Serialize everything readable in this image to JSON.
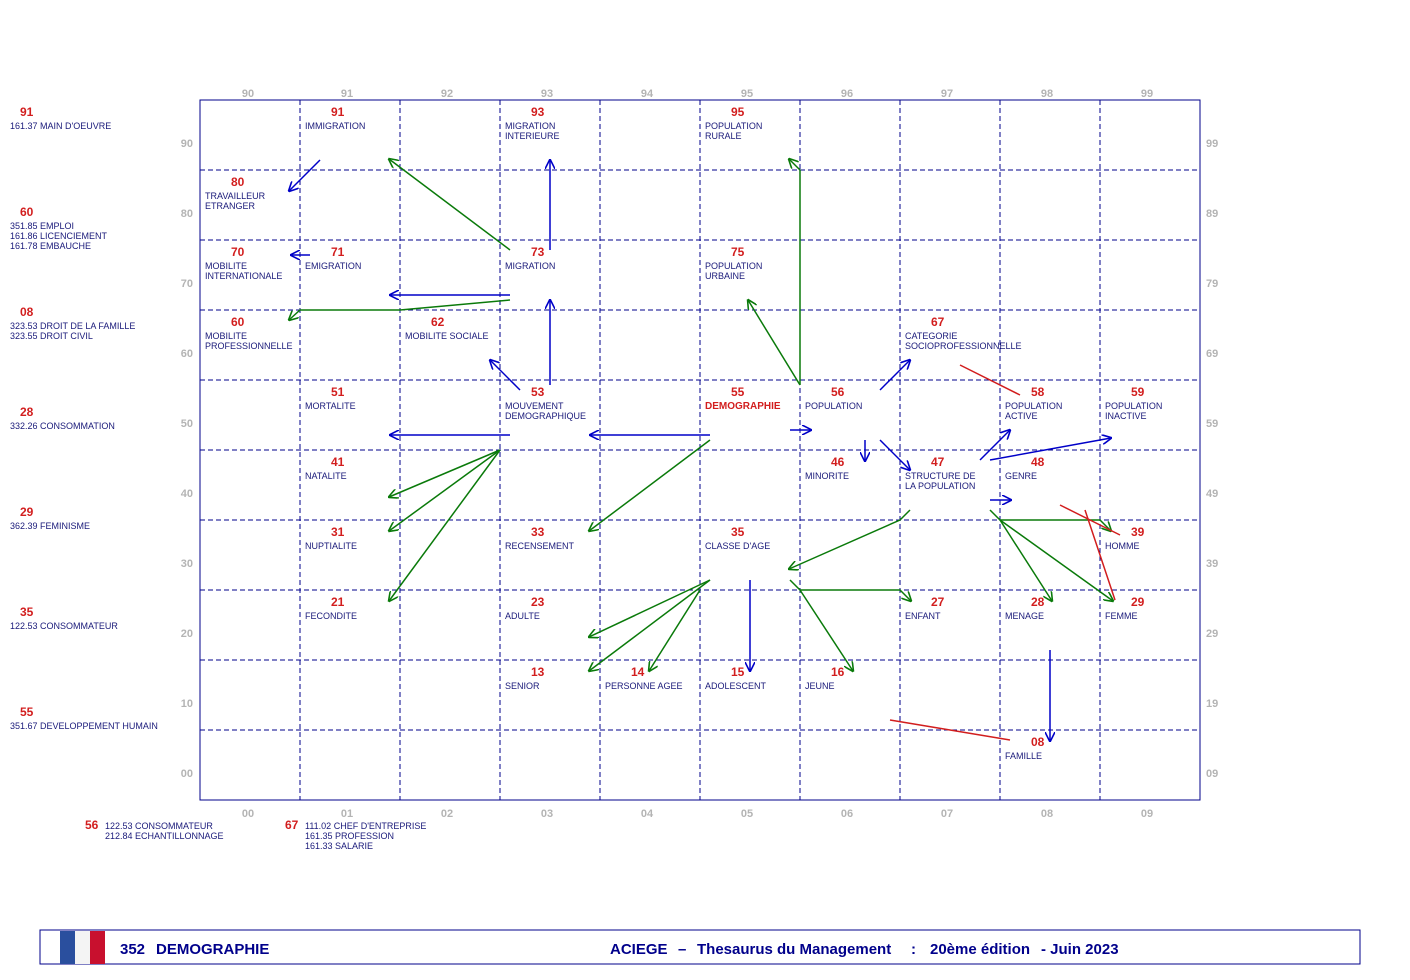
{
  "colors": {
    "frame": "#00008b",
    "grid": "#00008b",
    "scale": "#b4b4b4",
    "number": "#d21e1e",
    "label": "#1a1a7a",
    "blue_arrow": "#0000c8",
    "green_arrow": "#0a7a0a",
    "red_line": "#d21e1e"
  },
  "axes": {
    "top": [
      "90",
      "91",
      "92",
      "93",
      "94",
      "95",
      "96",
      "97",
      "98",
      "99"
    ],
    "bottom": [
      "00",
      "01",
      "02",
      "03",
      "04",
      "05",
      "06",
      "07",
      "08",
      "09"
    ],
    "left": [
      "90",
      "80",
      "70",
      "60",
      "50",
      "40",
      "30",
      "20",
      "10",
      "00"
    ],
    "right": [
      "99",
      "89",
      "79",
      "69",
      "59",
      "49",
      "39",
      "29",
      "19",
      "09"
    ]
  },
  "side_refs": [
    {
      "num": "91",
      "lines": [
        "161.37 MAIN D'OEUVRE"
      ]
    },
    {
      "num": "60",
      "lines": [
        "351.85 EMPLOI",
        "161.86 LICENCIEMENT",
        "161.78 EMBAUCHE"
      ]
    },
    {
      "num": "08",
      "lines": [
        "323.53 DROIT DE LA FAMILLE",
        "323.55 DROIT CIVIL"
      ]
    },
    {
      "num": "28",
      "lines": [
        "332.26 CONSOMMATION"
      ]
    },
    {
      "num": "29",
      "lines": [
        "362.39 FEMINISME"
      ]
    },
    {
      "num": "35",
      "lines": [
        "122.53 CONSOMMATEUR"
      ]
    },
    {
      "num": "55",
      "lines": [
        "351.67 DEVELOPPEMENT HUMAIN"
      ]
    }
  ],
  "bottom_refs": [
    {
      "num": "56",
      "lines": [
        "122.53 CONSOMMATEUR",
        "212.84 ECHANTILLONNAGE"
      ]
    },
    {
      "num": "67",
      "lines": [
        "111.02 CHEF D'ENTREPRISE",
        "161.35 PROFESSION",
        "161.33 SALARIE"
      ]
    }
  ],
  "terms": [
    {
      "num": "91",
      "lines": [
        "IMMIGRATION"
      ]
    },
    {
      "num": "93",
      "lines": [
        "MIGRATION",
        "INTERIEURE"
      ]
    },
    {
      "num": "95",
      "lines": [
        "POPULATION",
        "RURALE"
      ]
    },
    {
      "num": "80",
      "lines": [
        "TRAVAILLEUR",
        "ETRANGER"
      ]
    },
    {
      "num": "70",
      "lines": [
        "MOBILITE",
        "INTERNATIONALE"
      ]
    },
    {
      "num": "71",
      "lines": [
        "EMIGRATION"
      ]
    },
    {
      "num": "73",
      "lines": [
        "MIGRATION"
      ]
    },
    {
      "num": "75",
      "lines": [
        "POPULATION",
        "URBAINE"
      ]
    },
    {
      "num": "60",
      "lines": [
        "MOBILITE",
        "PROFESSIONNELLE"
      ]
    },
    {
      "num": "62",
      "lines": [
        "MOBILITE SOCIALE"
      ]
    },
    {
      "num": "67",
      "lines": [
        "CATEGORIE",
        "SOCIOPROFESSIONNELLE"
      ]
    },
    {
      "num": "51",
      "lines": [
        "MORTALITE"
      ]
    },
    {
      "num": "53",
      "lines": [
        "MOUVEMENT",
        "DEMOGRAPHIQUE"
      ]
    },
    {
      "num": "55",
      "lines": [
        "DEMOGRAPHIE"
      ]
    },
    {
      "num": "56",
      "lines": [
        "POPULATION"
      ]
    },
    {
      "num": "58",
      "lines": [
        "POPULATION",
        "ACTIVE"
      ]
    },
    {
      "num": "59",
      "lines": [
        "POPULATION",
        "INACTIVE"
      ]
    },
    {
      "num": "41",
      "lines": [
        "NATALITE"
      ]
    },
    {
      "num": "46",
      "lines": [
        "MINORITE"
      ]
    },
    {
      "num": "47",
      "lines": [
        "STRUCTURE DE",
        "LA POPULATION"
      ]
    },
    {
      "num": "48",
      "lines": [
        "GENRE"
      ]
    },
    {
      "num": "31",
      "lines": [
        "NUPTIALITE"
      ]
    },
    {
      "num": "33",
      "lines": [
        "RECENSEMENT"
      ]
    },
    {
      "num": "35",
      "lines": [
        "CLASSE D'AGE"
      ]
    },
    {
      "num": "39",
      "lines": [
        "HOMME"
      ]
    },
    {
      "num": "21",
      "lines": [
        "FECONDITE"
      ]
    },
    {
      "num": "23",
      "lines": [
        "ADULTE"
      ]
    },
    {
      "num": "27",
      "lines": [
        "ENFANT"
      ]
    },
    {
      "num": "28",
      "lines": [
        "MENAGE"
      ]
    },
    {
      "num": "29",
      "lines": [
        "FEMME"
      ]
    },
    {
      "num": "13",
      "lines": [
        "SENIOR"
      ]
    },
    {
      "num": "14",
      "lines": [
        "PERSONNE AGEE"
      ]
    },
    {
      "num": "15",
      "lines": [
        "ADOLESCENT"
      ]
    },
    {
      "num": "16",
      "lines": [
        "JEUNE"
      ]
    },
    {
      "num": "08",
      "lines": [
        "FAMILLE"
      ]
    }
  ],
  "footer": {
    "code": "352",
    "title": "DEMOGRAPHIE",
    "publisher": "ACIEGE",
    "dash": "–",
    "work": "Thesaurus du Management",
    "colon": ":",
    "edition": "20ème édition",
    "date": "- Juin 2023"
  }
}
